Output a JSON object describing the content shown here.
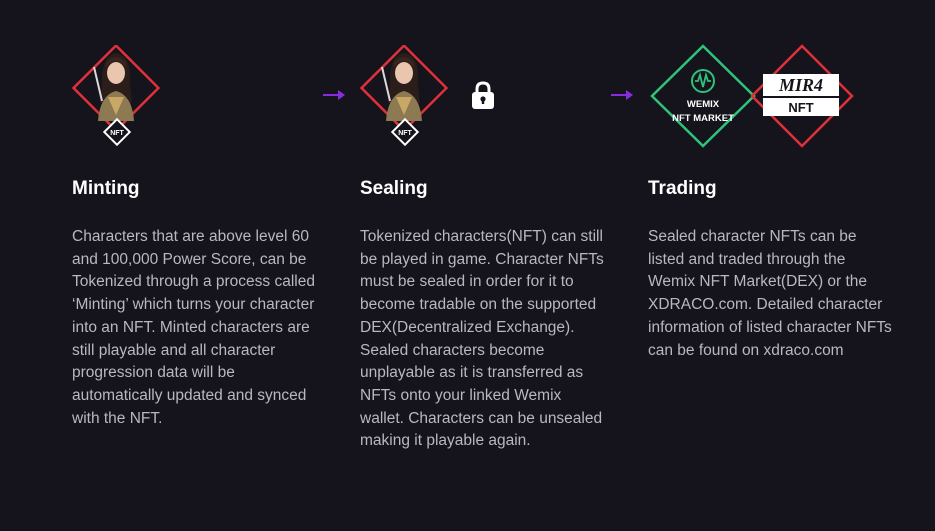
{
  "steps": [
    {
      "title": "Minting",
      "description": "Characters that are above level 60 and 100,000 Power Score, can be Tokenized through a process called ‘Minting’ which turns your character into an NFT. Minted characters are still playable and all character progression data will be automatically updated and synced with the NFT.",
      "badge": "NFT"
    },
    {
      "title": "Sealing",
      "description": "Tokenized characters(NFT) can still be played in game. Character NFTs must be sealed in order for it to become tradable on the supported DEX(Decentralized Exchange). Sealed characters become unplayable as it is transferred as NFTs onto your linked Wemix wallet. Characters can be unsealed making it playable again.",
      "badge": "NFT"
    },
    {
      "title": "Trading",
      "description": "Sealed character NFTs can be listed and traded through the Wemix NFT Market(DEX) or the XDRACO.com. Detailed character information of listed character NFTs can be found on xdraco.com",
      "market_line1": "WEMIX",
      "market_line2": "NFT MARKET",
      "mir4_logo": "MIR4",
      "mir4_nft": "NFT"
    }
  ],
  "colors": {
    "background": "#15141c",
    "diamond_red": "#e0303a",
    "diamond_green": "#2fc27a",
    "arrow_purple": "#8a2be2",
    "desc_text": "#b9b8be"
  },
  "icons": [
    "character-portrait-icon",
    "lock-icon",
    "wemix-logo-icon",
    "mir4-logo-icon",
    "arrow-right-icon"
  ]
}
